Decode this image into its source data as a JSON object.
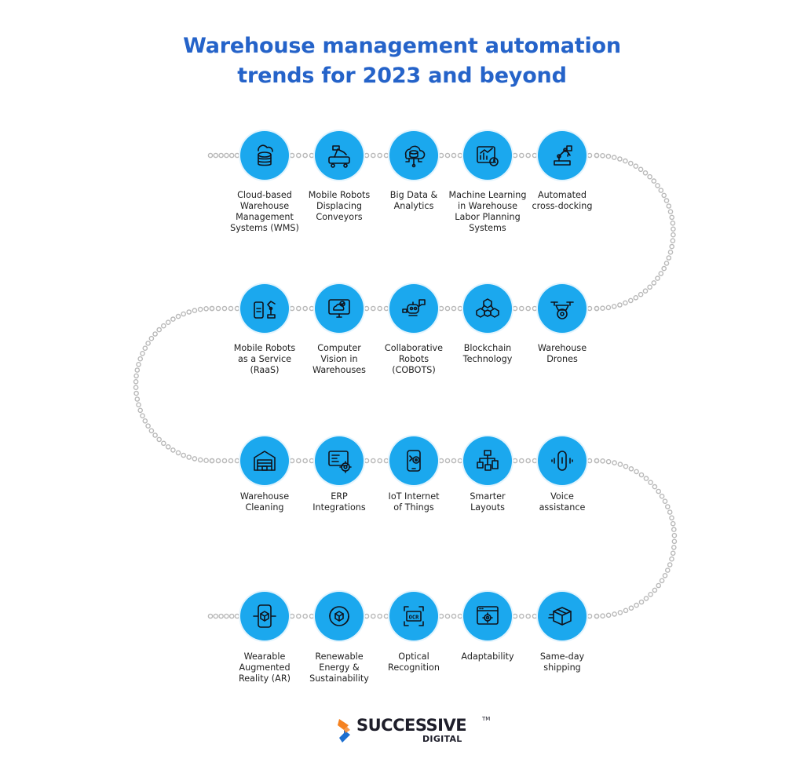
{
  "title": {
    "line1": "Warehouse management automation",
    "line2": "trends for 2023 and beyond"
  },
  "colors": {
    "title": "#2563c9",
    "node": "#1ba8ee",
    "dots": "#b9b9b9",
    "logo_orange": "#f58220",
    "logo_blue": "#1c6fd0"
  },
  "rows": [
    {
      "items": [
        {
          "icon": "cloud-database-icon",
          "label": [
            "Cloud-based",
            "Warehouse",
            "Management",
            "Systems (WMS)"
          ]
        },
        {
          "icon": "mobile-robot-conveyor-icon",
          "label": [
            "Mobile Robots",
            "Displacing",
            "Conveyors"
          ]
        },
        {
          "icon": "big-data-cloud-icon",
          "label": [
            "Big Data &",
            "Analytics"
          ]
        },
        {
          "icon": "machine-learning-chart-icon",
          "label": [
            "Machine Learning",
            "in Warehouse",
            "Labor Planning",
            "Systems"
          ]
        },
        {
          "icon": "robotic-arm-icon",
          "label": [
            "Automated",
            "cross-docking"
          ]
        }
      ]
    },
    {
      "items": [
        {
          "icon": "robot-arm-phone-icon",
          "label": [
            "Mobile Robots",
            "as a Service",
            "(RaaS)"
          ]
        },
        {
          "icon": "computer-vision-monitor-icon",
          "label": [
            "Computer",
            "Vision in",
            "Warehouses"
          ]
        },
        {
          "icon": "cobot-chat-icon",
          "label": [
            "Collaborative",
            "Robots",
            "(COBOTS)"
          ]
        },
        {
          "icon": "blockchain-cubes-icon",
          "label": [
            "Blockchain",
            "Technology"
          ]
        },
        {
          "icon": "drone-icon",
          "label": [
            "Warehouse",
            "Drones"
          ]
        }
      ]
    },
    {
      "items": [
        {
          "icon": "warehouse-cleaning-icon",
          "label": [
            "Warehouse",
            "Cleaning"
          ]
        },
        {
          "icon": "erp-gear-icon",
          "label": [
            "ERP",
            "Integrations"
          ]
        },
        {
          "icon": "iot-phone-icon",
          "label": [
            "IoT Internet",
            "of Things"
          ]
        },
        {
          "icon": "smarter-layout-icon",
          "label": [
            "Smarter",
            "Layouts"
          ]
        },
        {
          "icon": "voice-assistant-icon",
          "label": [
            "Voice",
            "assistance"
          ]
        }
      ]
    },
    {
      "items": [
        {
          "icon": "ar-phone-cube-icon",
          "label": [
            "Wearable",
            "Augmented",
            "Reality (AR)"
          ]
        },
        {
          "icon": "renewable-energy-icon",
          "label": [
            "Renewable",
            "Energy &",
            "Sustainability"
          ]
        },
        {
          "icon": "ocr-scan-icon",
          "label": [
            "Optical",
            "Recognition"
          ]
        },
        {
          "icon": "adaptability-browser-gear-icon",
          "label": [
            "Adaptability"
          ]
        },
        {
          "icon": "delivery-box-icon",
          "label": [
            "Same-day",
            "shipping"
          ]
        }
      ]
    }
  ],
  "logo": {
    "word": "SUCCESSIVE",
    "tm": "TM",
    "sub": "DIGITAL"
  }
}
